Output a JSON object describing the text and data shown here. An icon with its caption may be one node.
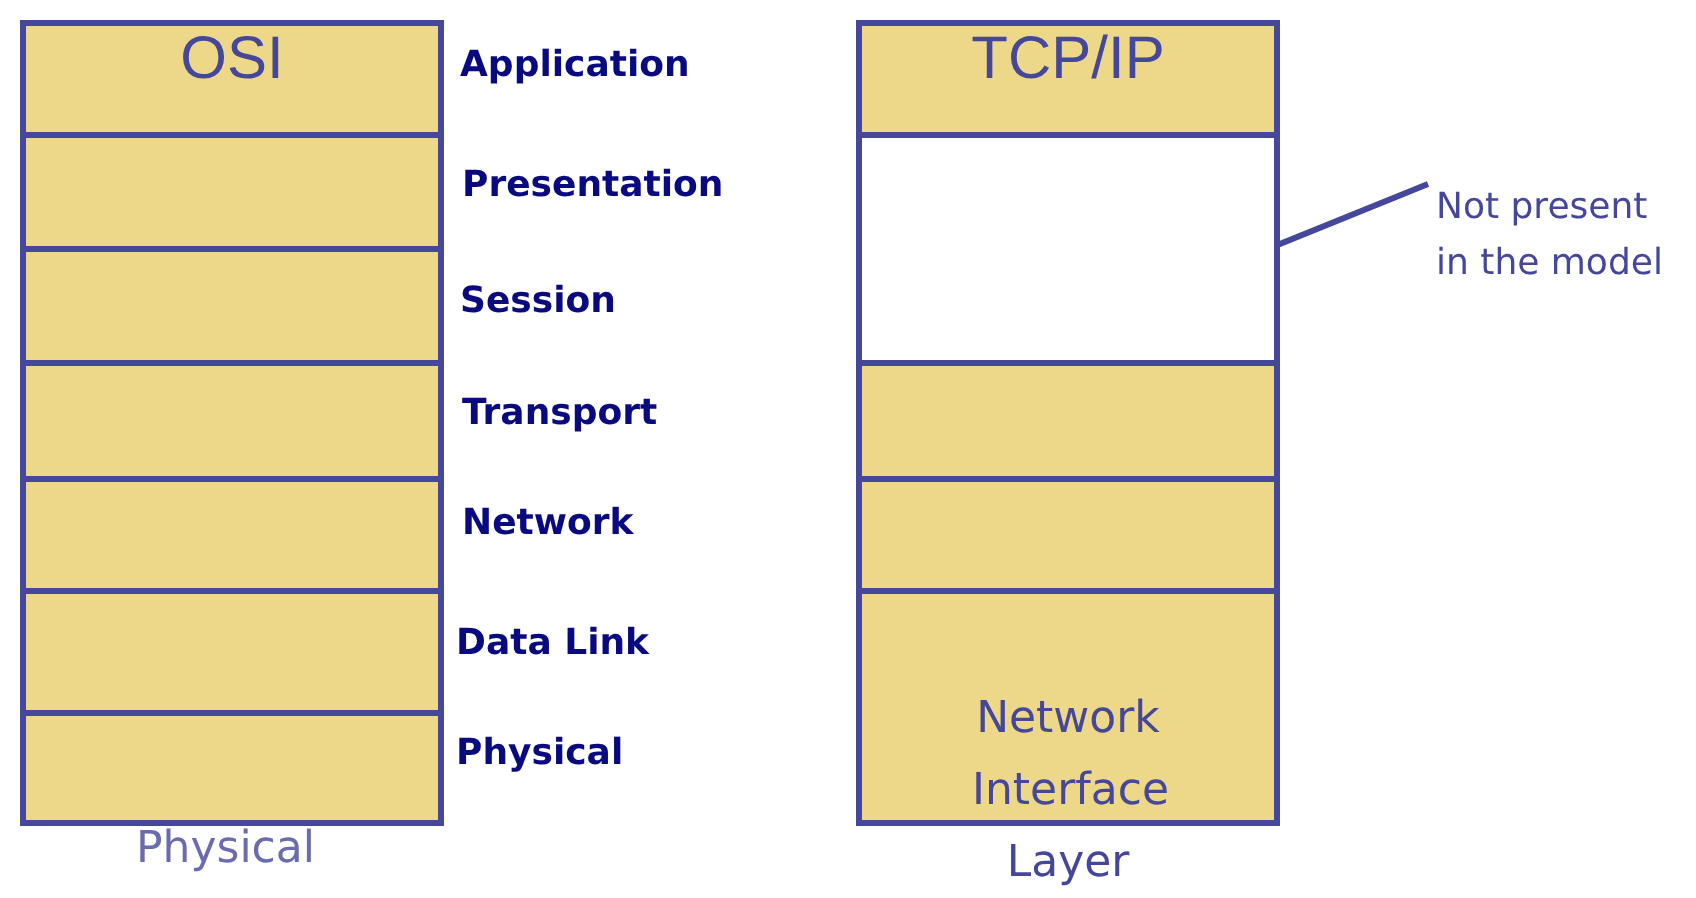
{
  "diagram": {
    "nodes": [
      {
        "text": [
          "OSI"
        ],
        "beside": [
          "Application"
        ]
      },
      {
        "text": [],
        "shape": "box",
        "beside": [
          "Presentation"
        ]
      },
      {
        "text": [],
        "shape": "box",
        "beside": [
          "Session"
        ]
      },
      {
        "text": [],
        "shape": "box",
        "beside": [
          "Transport"
        ]
      },
      {
        "text": [],
        "shape": "box",
        "beside": [
          "Network"
        ]
      },
      {
        "text": [],
        "shape": "box",
        "beside": [
          "Data Link"
        ]
      },
      {
        "text": [],
        "shape": "box",
        "beside": [
          "Physical"
        ]
      },
      {
        "text": [
          "TCP/IP"
        ]
      },
      {
        "text": [],
        "shape": "box"
      },
      {
        "text": [],
        "shape": "box"
      },
      {
        "text": [],
        "shape": "box"
      },
      {
        "text": [
          "Network Interface Layer"
        ]
      },
      {
        "text": [
          "Not present in the model"
        ]
      }
    ],
    "edges": [
      {
        "from": 12,
        "to": 8,
        "arrow": "none"
      }
    ],
    "labels": [
      "Physical"
    ]
  }
}
